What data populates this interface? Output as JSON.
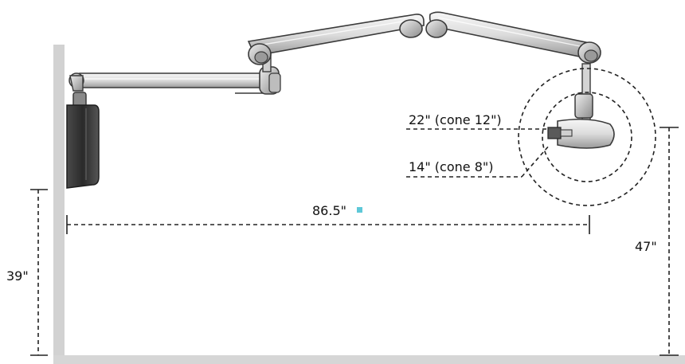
{
  "dimensions": {
    "reach": "86.5\"",
    "wall_height": "39\"",
    "head_height": "47\"",
    "large_circle": "22\" (cone 12\")",
    "small_circle": "14\" (cone 8\")"
  },
  "colors": {
    "wall": "#d2d2d2",
    "arm": "#e4e4e4",
    "arm_outline": "#3a3a3a",
    "joint": "#cfcfcf",
    "panel": "#2e2e2e",
    "dash": "#222222",
    "marker": "#5ec8d8"
  }
}
